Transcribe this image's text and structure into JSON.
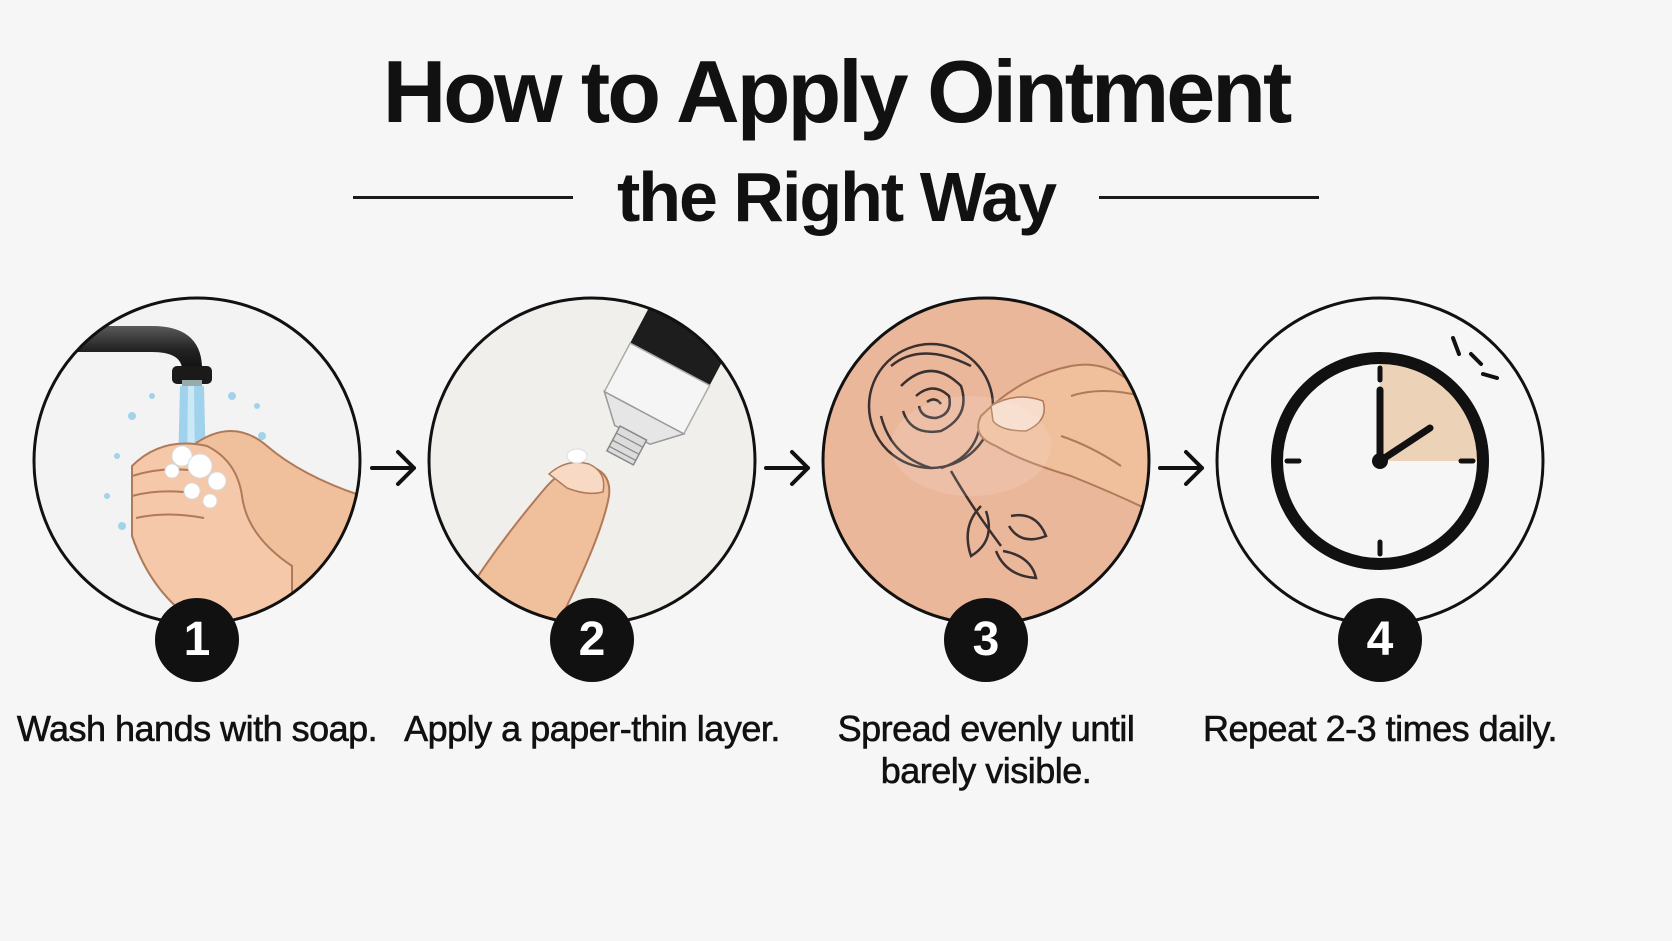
{
  "header": {
    "title": "How to Apply Ointment",
    "subtitle": "the Right Way"
  },
  "steps": [
    {
      "number": "1",
      "caption": "Wash hands with soap.",
      "icon": "hand-washing-icon"
    },
    {
      "number": "2",
      "caption": "Apply a paper-thin layer.",
      "icon": "ointment-tube-icon"
    },
    {
      "number": "3",
      "caption": "Spread evenly until barely visible.",
      "icon": "tattoo-spread-icon"
    },
    {
      "number": "4",
      "caption": "Repeat 2-3 times daily.",
      "icon": "clock-icon"
    }
  ],
  "colors": {
    "background": "#f6f6f6",
    "ink": "#111111",
    "skin": "#f0bf9c",
    "water": "#7ec3e8",
    "clock_highlight": "#ecd3b8"
  }
}
